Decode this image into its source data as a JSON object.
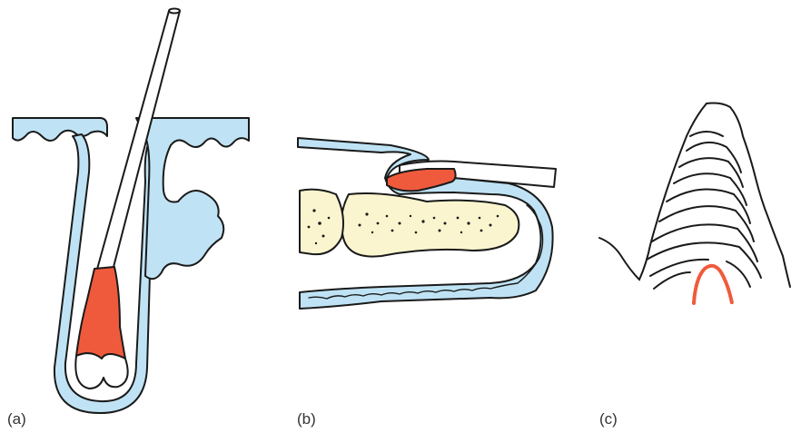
{
  "panels": [
    {
      "label": "(a)"
    },
    {
      "label": "(b)"
    },
    {
      "label": "(c)"
    }
  ],
  "colors": {
    "tissue_blue": "#bfe3f5",
    "lesion_red": "#f05a3c",
    "bone_yellow": "#fbf5cf",
    "outline": "#1a1a1a"
  }
}
